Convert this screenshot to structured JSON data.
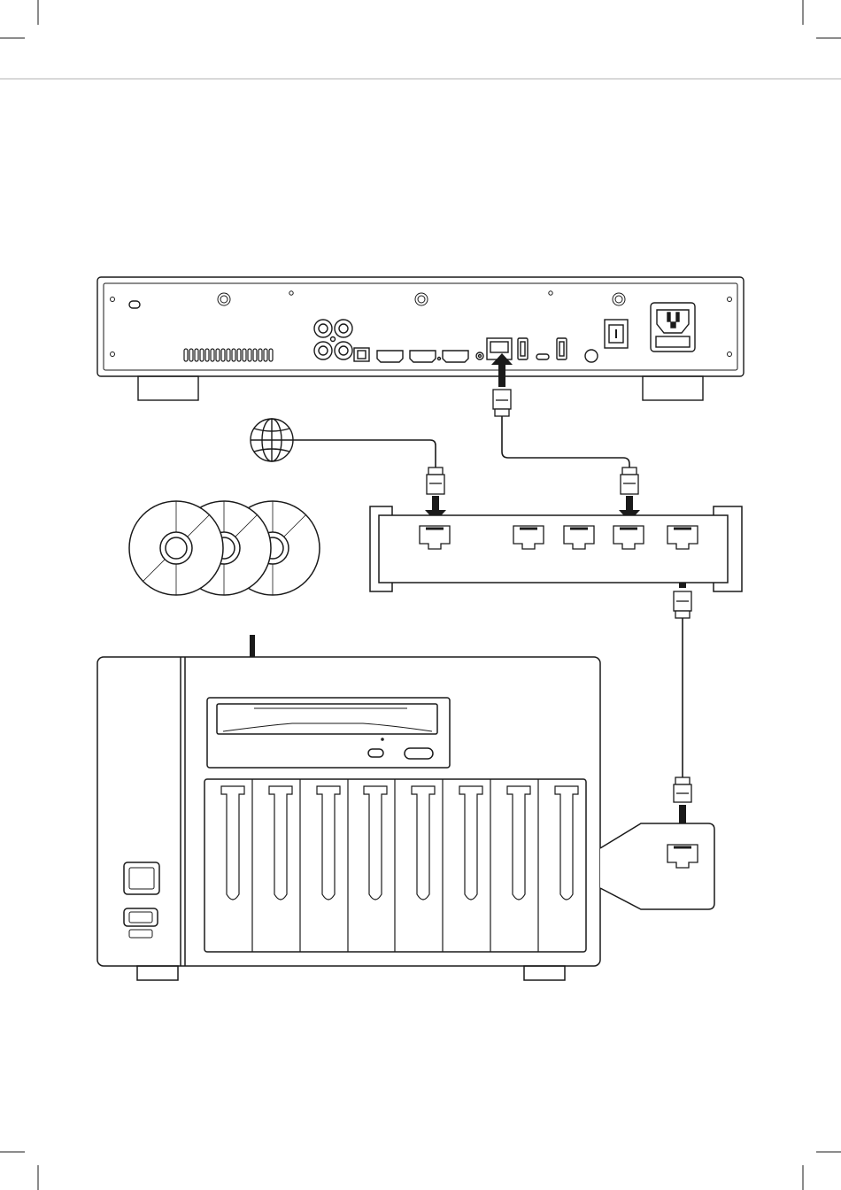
{
  "page": {
    "background": "#ffffff",
    "ink": "#1a1a1a",
    "rule_color": "#b3b3b3"
  },
  "diagram": {
    "type": "connection-diagram",
    "nodes": [
      {
        "id": "player",
        "kind": "media-player-rear-panel",
        "icon": "media-player-icon"
      },
      {
        "id": "internet",
        "kind": "internet",
        "icon": "globe-icon"
      },
      {
        "id": "router",
        "kind": "network-router",
        "ports": 5,
        "icon": "router-icon"
      },
      {
        "id": "discs",
        "kind": "optical-discs",
        "count": 3,
        "icon": "disc-icon"
      },
      {
        "id": "nas",
        "kind": "nas-with-optical-drive",
        "drive_bays": 8,
        "icon": "nas-icon"
      },
      {
        "id": "nas_lan",
        "kind": "nas-lan-port-callout",
        "icon": "ethernet-port-icon"
      }
    ],
    "connections": [
      {
        "from": "internet",
        "to": "router",
        "cable": "ethernet"
      },
      {
        "from": "player",
        "to": "router",
        "cable": "ethernet"
      },
      {
        "from": "router",
        "to": "nas_lan",
        "cable": "ethernet"
      },
      {
        "from": "discs",
        "to": "nas",
        "cable": "disc-insert"
      }
    ]
  }
}
